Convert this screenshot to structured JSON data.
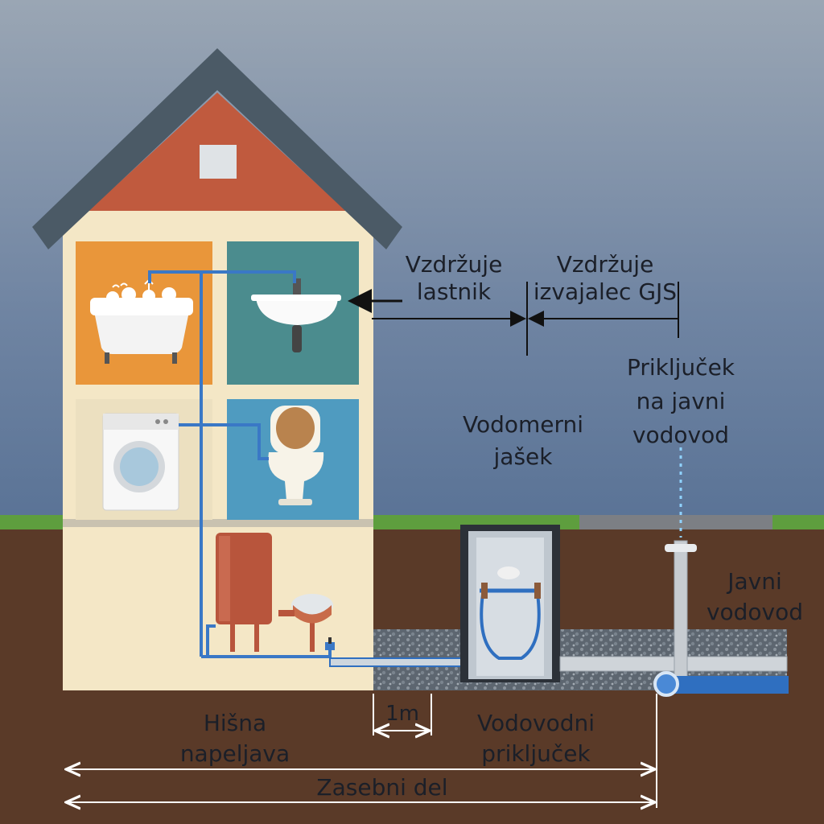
{
  "labels": {
    "owner_line1": "Vzdržuje",
    "owner_line2": "lastnik",
    "provider_line1": "Vzdržuje",
    "provider_line2": "izvajalec GJS",
    "connection_line1": "Priključek",
    "connection_line2": "na javni",
    "connection_line3": "vodovod",
    "meter_shaft_line1": "Vodomerni",
    "meter_shaft_line2": "jašek",
    "public_line1": "Javni",
    "public_line2": "vodovod",
    "house_install_line1": "Hišna",
    "house_install_line2": "napeljava",
    "one_meter": "1m",
    "service_pipe_line1": "Vodovodni",
    "service_pipe_line2": "priključek",
    "private_part": "Zasebni del"
  },
  "colors": {
    "sky_top": "#9aa6b4",
    "sky_bottom": "#5a7396",
    "roof": "#4b5a66",
    "gable": "#c05a3e",
    "wall": "#f4e7c6",
    "soil": "#5a3a28",
    "grass": "#5e9e3e",
    "pipe": "#2f6fc0"
  },
  "icons": [
    "bathtub-icon",
    "sink-icon",
    "washing-machine-icon",
    "toilet-icon",
    "water-heater-icon",
    "water-meter-icon",
    "valve-icon"
  ]
}
